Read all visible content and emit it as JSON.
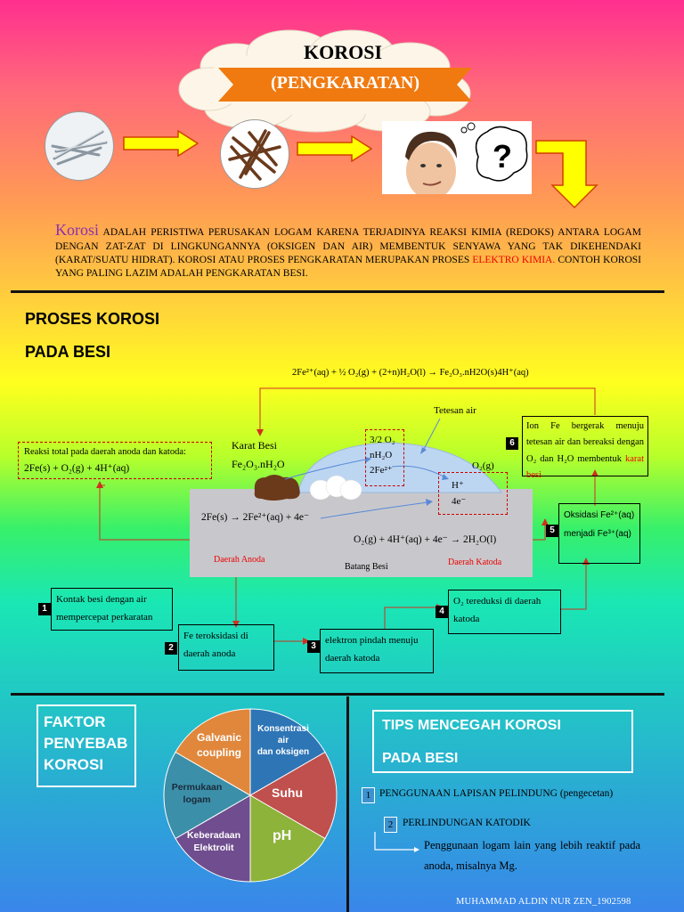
{
  "header": {
    "title": "KOROSI",
    "subtitle": "(PENGKARATAN)"
  },
  "definition": {
    "lead_word": "Korosi",
    "text_part1": " ADALAH PERISTIWA PERUSAKAN LOGAM KARENA TERJADINYA REAKSI KIMIA (REDOKS) ANTARA LOGAM  DENGAN ZAT-ZAT DI LINGKUNGANNYA (OKSIGEN DAN AIR) MEMBENTUK SENYAWA YANG TAK DIKEHENDAKI (KARAT/SUATU HIDRAT). KOROSI ATAU PROSES PENGKARATAN MERUPAKAN PROSES ",
    "highlight": "ELEKTRO KIMIA.",
    "text_part2": " CONTOH KOROSI YANG PALING LAZIM ADALAH PENGKARATAN BESI."
  },
  "process": {
    "heading_line1": "PROSES KOROSI",
    "heading_line2": "PADA BESI",
    "top_equation": "2Fe²⁺(aq) + ½ O₂(g) + (2+n)H₂O(l) → Fe₂O₃.nH2O(s)4H⁺(aq)",
    "water_drop_label": "Tetesan air",
    "rust_label_line1": "Karat Besi",
    "rust_label_line2": "Fe₂O₃.nH₂O",
    "anode_box_line1": "3/2 O₂",
    "anode_box_line2": "nH₂O",
    "anode_box_line3": "2Fe²⁺",
    "o2_label": "O₂(g)",
    "cathode_box_line1": "H⁺",
    "cathode_box_line2": "4e⁻",
    "anode_reaction": "2Fe(s) → 2Fe²⁺(aq) + 4e⁻",
    "cathode_reaction": "O₂(g) + 4H⁺(aq) + 4e⁻ → 2H₂O(l)",
    "anode_area": "Daerah Anoda",
    "iron_bar": "Batang Besi",
    "cathode_area": "Daerah Katoda",
    "total_reaction_title": "Reaksi total pada daerah anoda dan katoda:",
    "total_reaction": "2Fe(s) + O₂(g) + 4H⁺(aq)",
    "steps": [
      {
        "num": "1",
        "text": "Kontak besi dengan air mempercepat perkaratan"
      },
      {
        "num": "2",
        "text": "Fe teroksidasi di daerah anoda"
      },
      {
        "num": "3",
        "text": "elektron pindah menuju daerah katoda"
      },
      {
        "num": "4",
        "text": "O₂ tereduksi di daerah katoda"
      },
      {
        "num": "5",
        "text_a": "Oksidasi Fe²⁺(aq)",
        "text_b": "menjadi Fe³⁺(aq)"
      },
      {
        "num": "6",
        "text": "Ion Fe bergerak menuju tetesan air dan bereaksi dengan O₂ dan H₂O membentuk ",
        "highlight": "karat besi"
      }
    ]
  },
  "factors": {
    "title_line1": "FAKTOR",
    "title_line2": "PENYEBAB",
    "title_line3": "KOROSI",
    "slices": [
      {
        "label_1": "Konsentrasi",
        "label_2": "air",
        "label_3": "dan oksigen",
        "color": "#2e75b6"
      },
      {
        "label_1": "Suhu",
        "color": "#c0504d"
      },
      {
        "label_1": "pH",
        "color": "#8db33a"
      },
      {
        "label_1": "Keberadaan",
        "label_2": "Elektrolit",
        "color": "#6f4d8e"
      },
      {
        "label_1": "Permukaan",
        "label_2": "logam",
        "color": "#3c8fa8"
      },
      {
        "label_1": "Galvanic",
        "label_2": "coupling",
        "color": "#e0873c"
      }
    ]
  },
  "tips": {
    "title_line1": "TIPS MENCEGAH KOROSI",
    "title_line2": "PADA BESI",
    "items": [
      {
        "num": "1",
        "text": "PENGGUNAAN LAPISAN PELINDUNG (pengecetan)"
      },
      {
        "num": "2",
        "text": "PERLINDUNGAN KATODIK"
      }
    ],
    "sub_note": "Penggunaan logam lain yang lebih reaktif pada anoda, misalnya Mg."
  },
  "footer": {
    "author": "MUHAMMAD ALDIN NUR ZEN_1902598"
  },
  "colors": {
    "arrow_fill": "#ffff00",
    "arrow_stroke": "#d04000",
    "ribbon": "#f07a10",
    "accent_red": "#e00000"
  }
}
